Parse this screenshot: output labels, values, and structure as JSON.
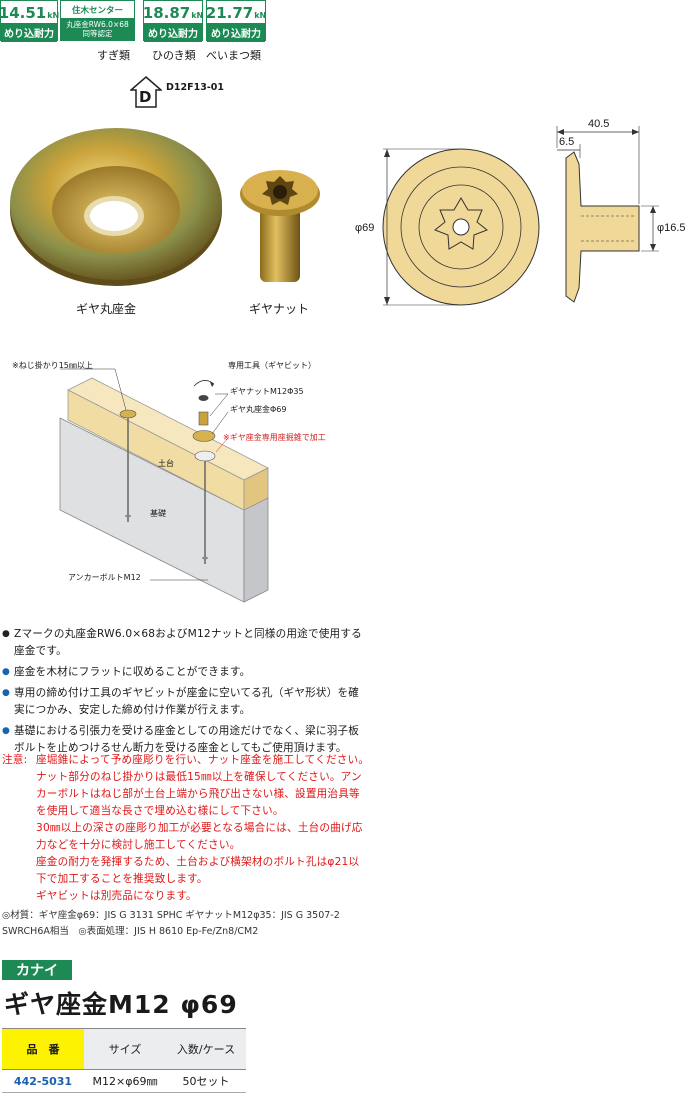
{
  "badges": [
    {
      "value": "14.51",
      "unit": "kN",
      "label": "めり込耐力"
    },
    {
      "value": "18.87",
      "unit": "kN",
      "label": "めり込耐力"
    },
    {
      "value": "21.77",
      "unit": "kN",
      "label": "めり込耐力"
    }
  ],
  "cert": {
    "top": "住木センター",
    "line1": "丸座金RW6.0×68",
    "line2": "同等認定"
  },
  "wood": [
    "すぎ類",
    "ひのき類",
    "べいまつ類"
  ],
  "d_mark": "D",
  "code": "D12F13-01",
  "captions": {
    "washer": "ギヤ丸座金",
    "nut": "ギヤナット"
  },
  "dims": {
    "length": "40.5",
    "thickness": "6.5",
    "diameter": "φ69",
    "shaft": "φ16.5"
  },
  "illustration": {
    "thread_note": "※ねじ掛かり15㎜以上",
    "tool": "専用工具（ギヤビット）",
    "nut": "ギヤナットM12Φ35",
    "washer": "ギヤ丸座金Φ69",
    "counterbore": "※ギヤ座金専用座掘錐で加工",
    "sill": "土台",
    "foundation": "基礎",
    "anchor": "アンカーボルトM12"
  },
  "features": [
    {
      "text": "Zマークの丸座金RW6.0×68およびM12ナットと同様の用途で使用する座金です。",
      "color": "black"
    },
    {
      "text": "座金を木材にフラットに収めることができます。",
      "color": "blue"
    },
    {
      "text": "専用の締め付け工具のギヤビットが座金に空いてる孔（ギヤ形状）を確実につかみ、安定した締め付け作業が行えます。",
      "color": "blue"
    },
    {
      "text": "基礎における引張力を受ける座金としての用途だけでなく、梁に羽子板ボルトを止めつけるせん断力を受ける座金としてもご使用頂けます。",
      "color": "blue"
    }
  ],
  "caution": {
    "head": "注意:",
    "lines": [
      "座堀錐によって予め座彫りを行い、ナット座金を施工してください。",
      "ナット部分のねじ掛かりは最低15㎜以上を確保してください。アンカーボルトはねじ部が土台上端から飛び出さない様、設置用治具等を使用して適当な長さで埋め込む様にして下さい。",
      "30㎜以上の深さの座彫り加工が必要となる場合には、土台の曲げ応力などを十分に検討し施工してください。",
      "座金の耐力を発揮するため、土台および横架材のボルト孔はφ21以下で加工することを推奨致します。",
      "ギヤビットは別売品になります。"
    ]
  },
  "material": "◎材質：ギヤ座金φ69：JIS G 3131 SPHC ギヤナットM12φ35：JIS G 3507-2 SWRCH6A相当　◎表面処理：JIS H 8610 Ep-Fe/Zn8/CM2",
  "brand": "カナイ",
  "title": "ギヤ座金M12 φ69",
  "table": {
    "headers": [
      "品　番",
      "サイズ",
      "入数/ケース"
    ],
    "rows": [
      [
        "442-5031",
        "M12×φ69㎜",
        "50セット"
      ]
    ]
  }
}
